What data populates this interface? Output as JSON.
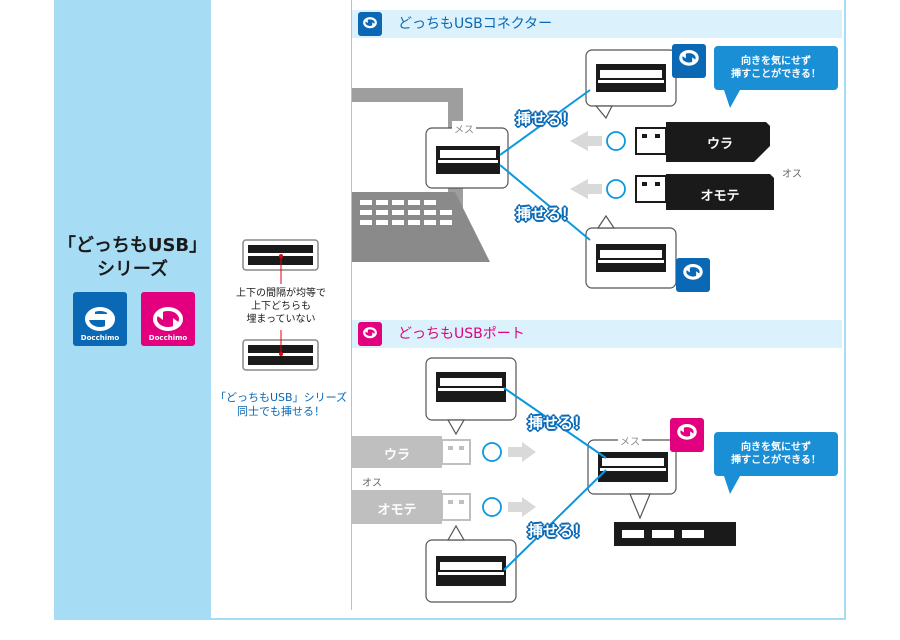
{
  "series": {
    "title_line1": "「どっちもUSB」",
    "title_line2": "シリーズ",
    "logo_word": "Docchimo"
  },
  "middle": {
    "caption_lines": [
      "上下の間隔が均等で",
      "上下どちらも",
      "埋まっていない"
    ],
    "note_lines": [
      "「どっちもUSB」シリーズ",
      "同士でも挿せる！"
    ]
  },
  "connector_section": {
    "title": "どっちもUSBコネクター",
    "female_label": "メス",
    "male_label": "オス",
    "insert_label": "挿せる！",
    "plug_back": "ウラ",
    "plug_front": "オモテ",
    "callout_lines": [
      "向きを気にせず",
      "挿すことができる！"
    ]
  },
  "port_section": {
    "title": "どっちもUSBポート",
    "female_label": "メス",
    "male_label": "オス",
    "insert_label": "挿せる！",
    "plug_back": "ウラ",
    "plug_front": "オモテ",
    "callout_lines": [
      "向きを気にせず",
      "挿すことができる！"
    ]
  },
  "colors": {
    "panel_blue": "#a7dcf5",
    "brand_blue": "#0a68b5",
    "brand_pink": "#e2007f",
    "callout_blue": "#1a8fd6"
  }
}
